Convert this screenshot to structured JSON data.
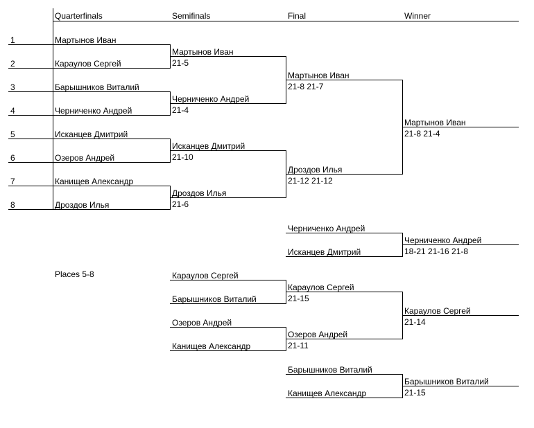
{
  "headers": [
    "Quarterfinals",
    "Semifinals",
    "Final",
    "Winner"
  ],
  "seeds": [
    "1",
    "2",
    "3",
    "4",
    "5",
    "6",
    "7",
    "8"
  ],
  "main": {
    "quarterfinals": [
      "Мартынов Иван",
      "Караулов Сергей",
      "Барышников Виталий",
      "Черниченко Андрей",
      "Исканцев Дмитрий",
      "Озеров Андрей",
      "Канищев Александр",
      "Дроздов Илья"
    ],
    "semifinals": [
      {
        "name": "Мартынов Иван",
        "score": "21-5"
      },
      {
        "name": "Черниченко Андрей",
        "score": "21-4"
      },
      {
        "name": "Исканцев Дмитрий",
        "score": "21-10"
      },
      {
        "name": "Дроздов Илья",
        "score": "21-6"
      }
    ],
    "final": [
      {
        "name": "Мартынов Иван",
        "score": "21-8 21-7"
      },
      {
        "name": "Дроздов Илья",
        "score": "21-12 21-12"
      }
    ],
    "winner": {
      "name": "Мартынов Иван",
      "score": "21-8 21-4"
    }
  },
  "third_place": {
    "players": [
      "Черниченко Андрей",
      "Исканцев Дмитрий"
    ],
    "winner": {
      "name": "Черниченко Андрей",
      "score": "18-21 21-16 21-8"
    }
  },
  "places_5_8": {
    "label": "Places 5-8",
    "round1": [
      "Караулов Сергей",
      "Барышников Виталий",
      "Озеров Андрей",
      "Канищев Александр"
    ],
    "round2": [
      {
        "name": "Караулов Сергей",
        "score": "21-15"
      },
      {
        "name": "Озеров Андрей",
        "score": "21-11"
      }
    ],
    "winner": {
      "name": "Караулов Сергей",
      "score": "21-14"
    },
    "seventh": {
      "players": [
        "Барышников Виталий",
        "Канищев Александр"
      ],
      "winner": {
        "name": "Барышников Виталий",
        "score": "21-15"
      }
    }
  }
}
